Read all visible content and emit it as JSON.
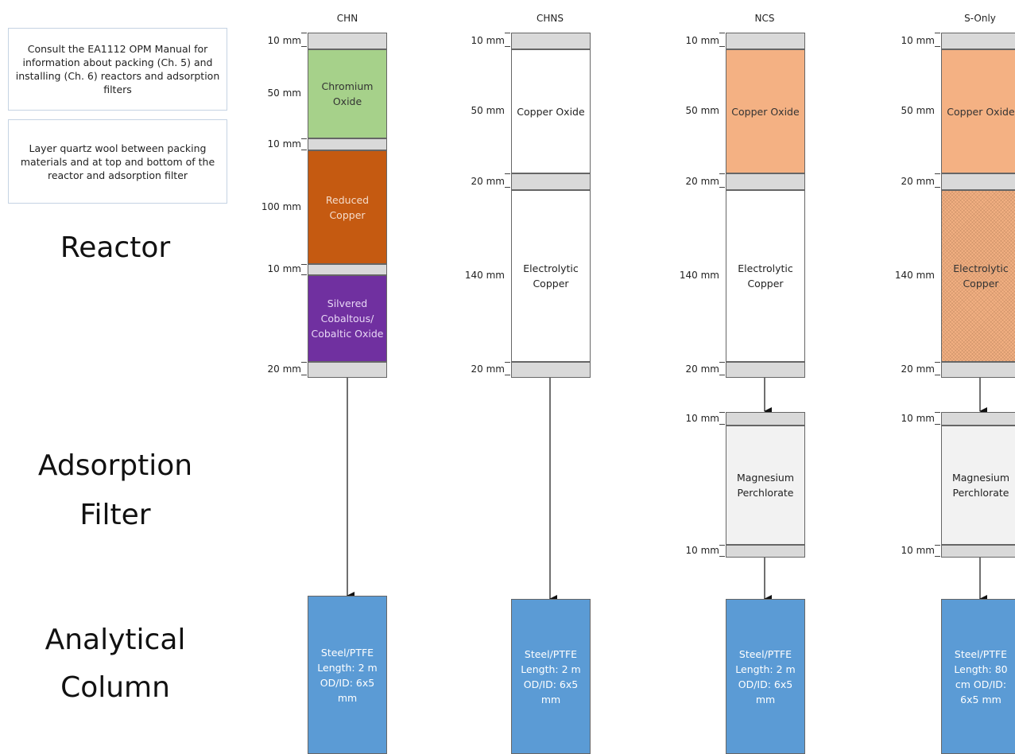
{
  "notes": {
    "manual": "Consult the EA1112 OPM Manual for information about packing (Ch. 5) and installing (Ch. 6) reactors and adsorption filters",
    "quartz": "Layer quartz wool between packing materials and at top and bottom of the reactor and adsorption filter"
  },
  "rows": {
    "reactor": "Reactor",
    "filter": "Adsorption Filter",
    "column": "Analytical Column"
  },
  "columns": [
    {
      "title": "CHN",
      "reactor": [
        {
          "mm": "10 mm",
          "label": "",
          "fill": "wool"
        },
        {
          "mm": "50 mm",
          "label": "Chromium Oxide",
          "fill": "green"
        },
        {
          "mm": "10 mm",
          "label": "",
          "fill": "wool"
        },
        {
          "mm": "100 mm",
          "label": "Reduced Copper",
          "fill": "rust"
        },
        {
          "mm": "10 mm",
          "label": "",
          "fill": "wool"
        },
        {
          "mm": "",
          "label": "Silvered Cobaltous/ Cobaltic Oxide",
          "fill": "purple"
        },
        {
          "mm": "20 mm",
          "label": "",
          "fill": "wool"
        }
      ],
      "filter": null,
      "analytical": "Steel/PTFE Length: 2 m OD/ID: 6x5 mm"
    },
    {
      "title": "CHNS",
      "reactor": [
        {
          "mm": "10 mm",
          "label": "",
          "fill": "wool"
        },
        {
          "mm": "50 mm",
          "label": "Copper Oxide",
          "fill": "white"
        },
        {
          "mm": "20 mm",
          "label": "",
          "fill": "wool"
        },
        {
          "mm": "140 mm",
          "label": "Electrolytic Copper",
          "fill": "white"
        },
        {
          "mm": "20 mm",
          "label": "",
          "fill": "wool"
        }
      ],
      "filter": null,
      "analytical": "Steel/PTFE Length: 2 m OD/ID: 6x5 mm"
    },
    {
      "title": "NCS",
      "reactor": [
        {
          "mm": "10 mm",
          "label": "",
          "fill": "wool"
        },
        {
          "mm": "50 mm",
          "label": "Copper Oxide",
          "fill": "orange"
        },
        {
          "mm": "20 mm",
          "label": "",
          "fill": "wool"
        },
        {
          "mm": "140 mm",
          "label": "Electrolytic Copper",
          "fill": "white"
        },
        {
          "mm": "20 mm",
          "label": "",
          "fill": "wool"
        }
      ],
      "filter": [
        {
          "mm": "10 mm",
          "label": "",
          "fill": "wool"
        },
        {
          "mm": "",
          "label": "Magnesium Perchlorate",
          "fill": "light"
        },
        {
          "mm": "10 mm",
          "label": "",
          "fill": "wool"
        }
      ],
      "analytical": "Steel/PTFE Length: 2 m OD/ID: 6x5 mm"
    },
    {
      "title": "S-Only",
      "reactor": [
        {
          "mm": "10 mm",
          "label": "",
          "fill": "wool"
        },
        {
          "mm": "50 mm",
          "label": "Copper Oxide",
          "fill": "orange"
        },
        {
          "mm": "20 mm",
          "label": "",
          "fill": "wool"
        },
        {
          "mm": "140 mm",
          "label": "Electrolytic Copper",
          "fill": "hatch"
        },
        {
          "mm": "20 mm",
          "label": "",
          "fill": "wool"
        }
      ],
      "filter": [
        {
          "mm": "10 mm",
          "label": "",
          "fill": "wool"
        },
        {
          "mm": "",
          "label": "Magnesium Perchlorate",
          "fill": "light"
        },
        {
          "mm": "10 mm",
          "label": "",
          "fill": "wool"
        }
      ],
      "analytical": "Steel/PTFE Length: 80 cm OD/ID: 6x5 mm"
    }
  ]
}
